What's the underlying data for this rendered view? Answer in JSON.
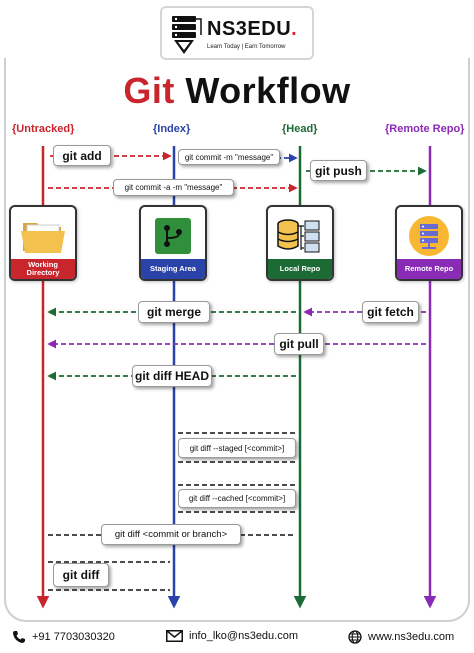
{
  "logo": {
    "brand_main": "NS3EDU",
    "brand_dot": ".",
    "tagline": "Learn Today | Earn Tomorrow"
  },
  "title": {
    "word1": "Git",
    "word2": "Workflow"
  },
  "columns": [
    {
      "label": "{Untracked}",
      "color": "#c8252c"
    },
    {
      "label": "{Index}",
      "color": "#2a43a8"
    },
    {
      "label": "{Head}",
      "color": "#1c6b35"
    },
    {
      "label": "{Remote Repo}",
      "color": "#8a2bb5"
    }
  ],
  "cards": [
    {
      "label_line1": "Working",
      "label_line2": "Directory",
      "color": "#c8252c"
    },
    {
      "label_line1": "Staging Area",
      "label_line2": "",
      "color": "#2a43a8"
    },
    {
      "label_line1": "Local Repo",
      "label_line2": "",
      "color": "#1c6b35"
    },
    {
      "label_line1": "Remote Repo",
      "label_line2": "",
      "color": "#8a2bb5"
    }
  ],
  "commands": {
    "git_add": "git add",
    "commit_m": "git commit -m \"message\"",
    "git_push": "git push",
    "commit_am": "git commit -a -m \"message\"",
    "git_merge": "git merge",
    "git_fetch": "git fetch",
    "git_pull": "git pull",
    "diff_head": "git diff HEAD",
    "diff_staged": "git diff --staged [<commit>]",
    "diff_cached": "git diff --cached [<commit>]",
    "diff_commit": "git diff <commit or branch>",
    "git_diff": "git diff"
  },
  "footer": {
    "phone": "+91 7703030320",
    "email": "info_lko@ns3edu.com",
    "website": "www.ns3edu.com"
  },
  "icons": [
    "phone-icon",
    "mail-icon",
    "globe-icon",
    "folder-icon",
    "branch-icon",
    "database-icon",
    "server-icon",
    "logo-server-icon"
  ]
}
